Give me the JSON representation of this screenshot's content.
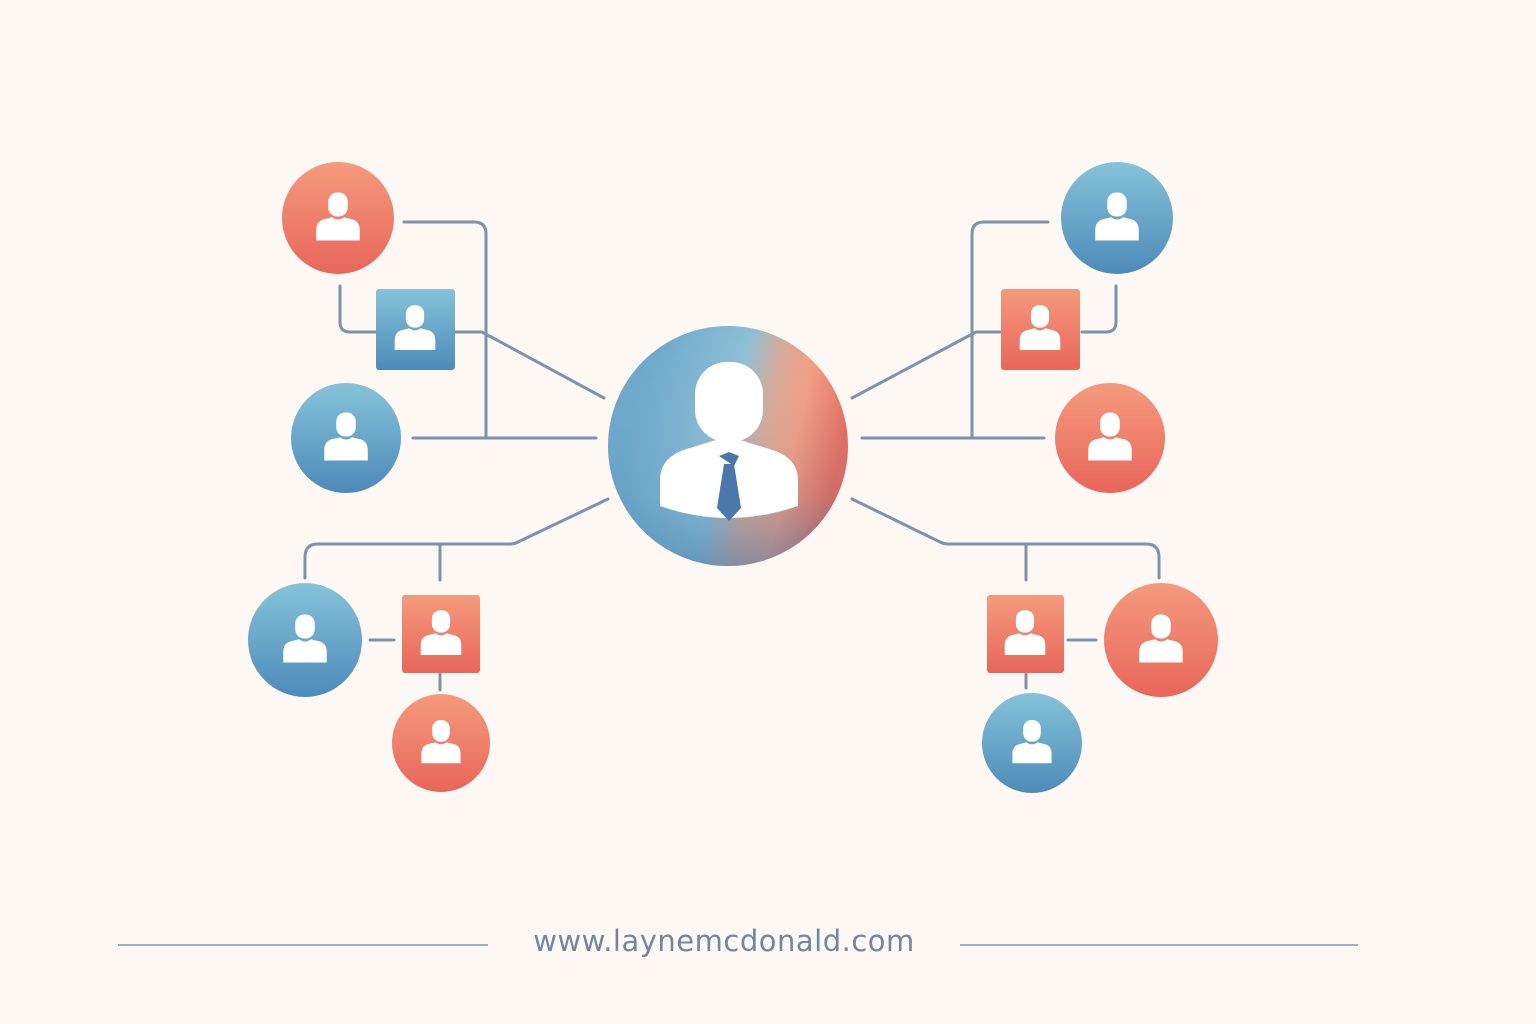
{
  "footer": {
    "url": "www.laynemcdonald.com"
  },
  "colors": {
    "background": "#fdf8f3",
    "line": "#7d93ab",
    "blue_light": "#86c3d9",
    "blue_dark": "#4d8ab9",
    "coral_light": "#f59a7d",
    "coral_dark": "#e8665a",
    "silhouette": "#ffffff"
  },
  "diagram": {
    "central_node": {
      "icon": "person-with-tie-icon"
    },
    "nodes": [
      {
        "name": "top-left-person",
        "shape": "circle",
        "color": "coral",
        "icon": "person-icon"
      },
      {
        "name": "upper-left-person",
        "shape": "square",
        "color": "blue",
        "icon": "person-icon"
      },
      {
        "name": "mid-left-person",
        "shape": "circle",
        "color": "blue",
        "icon": "person-icon"
      },
      {
        "name": "lower-left-person",
        "shape": "circle",
        "color": "blue",
        "icon": "person-icon"
      },
      {
        "name": "lower-left-square-person",
        "shape": "square",
        "color": "coral",
        "icon": "person-icon"
      },
      {
        "name": "bottom-left-person",
        "shape": "circle",
        "color": "coral",
        "icon": "person-icon"
      },
      {
        "name": "top-right-person",
        "shape": "circle",
        "color": "blue",
        "icon": "person-icon"
      },
      {
        "name": "upper-right-person",
        "shape": "square",
        "color": "coral",
        "icon": "person-icon"
      },
      {
        "name": "mid-right-person",
        "shape": "circle",
        "color": "coral",
        "icon": "person-icon"
      },
      {
        "name": "lower-right-square-person",
        "shape": "square",
        "color": "coral",
        "icon": "person-icon"
      },
      {
        "name": "lower-right-person",
        "shape": "circle",
        "color": "coral",
        "icon": "person-icon"
      },
      {
        "name": "bottom-right-person",
        "shape": "circle",
        "color": "blue",
        "icon": "person-icon"
      }
    ]
  }
}
